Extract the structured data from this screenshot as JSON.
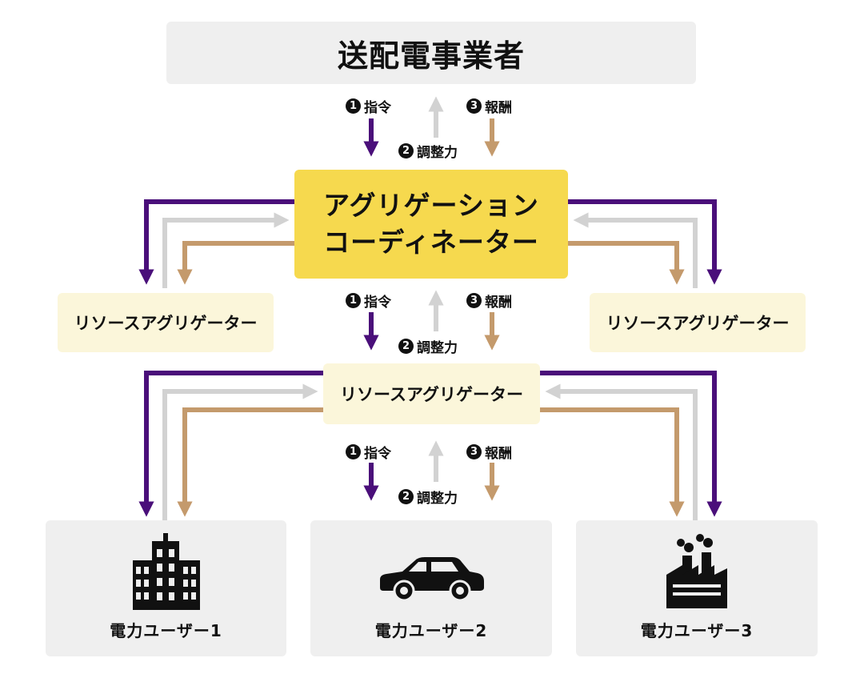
{
  "tso": {
    "label": "送配電事業者"
  },
  "coordinator": {
    "line1": "アグリゲーション",
    "line2": "コーディネーター"
  },
  "resource_aggregators": {
    "left": "リソースアグリゲーター",
    "right": "リソースアグリゲーター",
    "center": "リソースアグリゲーター"
  },
  "flows": {
    "command": {
      "num": "1",
      "label": "指令"
    },
    "capacity": {
      "num": "2",
      "label": "調整力"
    },
    "reward": {
      "num": "3",
      "label": "報酬"
    }
  },
  "users": [
    {
      "label": "電力ユーザー1",
      "icon": "building-icon"
    },
    {
      "label": "電力ユーザー2",
      "icon": "car-icon"
    },
    {
      "label": "電力ユーザー3",
      "icon": "factory-icon"
    }
  ],
  "colors": {
    "command": "#4a0f7a",
    "capacity": "#d2d2d2",
    "reward": "#c49a6c",
    "coordinator": "#f6d94e",
    "aggregator": "#fbf6da"
  }
}
